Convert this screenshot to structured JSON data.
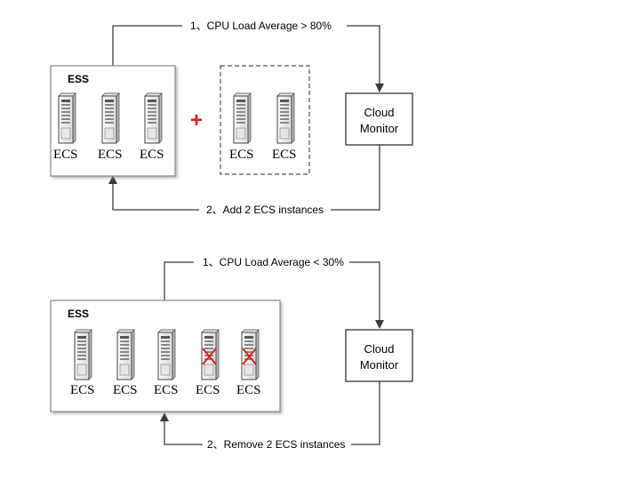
{
  "scale_out": {
    "step1_label": "1、CPU Load Average > 80%",
    "step2_label": "2、Add 2 ECS instances",
    "group_label": "ESS",
    "instances": [
      "ECS",
      "ECS",
      "ECS"
    ],
    "added_instances": [
      "ECS",
      "ECS"
    ],
    "plus_symbol": "+",
    "monitor_line1": "Cloud",
    "monitor_line2": "Monitor"
  },
  "scale_in": {
    "step1_label": "1、CPU Load Average < 30%",
    "step2_label": "2、Remove 2 ECS instances",
    "group_label": "ESS",
    "instances": [
      "ECS",
      "ECS",
      "ECS",
      "ECS",
      "ECS"
    ],
    "monitor_line1": "Cloud",
    "monitor_line2": "Monitor"
  },
  "colors": {
    "line": "#3c3c3c",
    "plus": "#e02020",
    "remove_mark": "#e02020"
  }
}
